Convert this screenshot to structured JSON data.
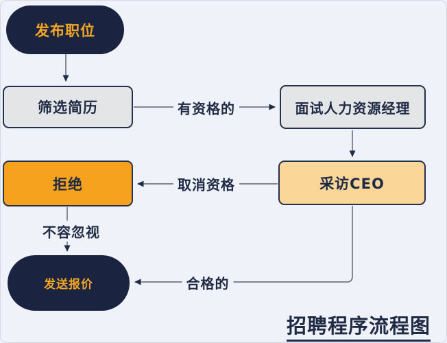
{
  "page": {
    "background": "#f0f2fa"
  },
  "colors": {
    "terminator_fill": "#1a2440",
    "terminator_text": "#f5a623",
    "process_fill": "#e4e5e7",
    "reject_fill": "#f6a21e",
    "ceo_fill": "#fbd699",
    "node_border": "#26304d",
    "text_dark": "#1f2a44",
    "connector_line": "#707787"
  },
  "flowchart": {
    "title": "招聘程序流程图",
    "nodes": [
      {
        "id": "start",
        "label": "发布职位",
        "shape": "terminator"
      },
      {
        "id": "screen",
        "label": "筛选简历",
        "shape": "process"
      },
      {
        "id": "interview_hr",
        "label": "面试人力资源经理",
        "shape": "process"
      },
      {
        "id": "reject",
        "label": "拒绝",
        "shape": "process-orange"
      },
      {
        "id": "interview_ceo",
        "label": "采访CEO",
        "shape": "process-peach"
      },
      {
        "id": "offer",
        "label": "发送报价",
        "shape": "terminator"
      }
    ],
    "edges": [
      {
        "from": "start",
        "to": "screen",
        "label": ""
      },
      {
        "from": "screen",
        "to": "interview_hr",
        "label": "有资格的"
      },
      {
        "from": "interview_hr",
        "to": "interview_ceo",
        "label": ""
      },
      {
        "from": "interview_ceo",
        "to": "reject",
        "label": "取消资格"
      },
      {
        "from": "reject",
        "to": "offer",
        "label": "不容忽视"
      },
      {
        "from": "interview_ceo",
        "to": "offer",
        "label": "合格的"
      }
    ]
  }
}
